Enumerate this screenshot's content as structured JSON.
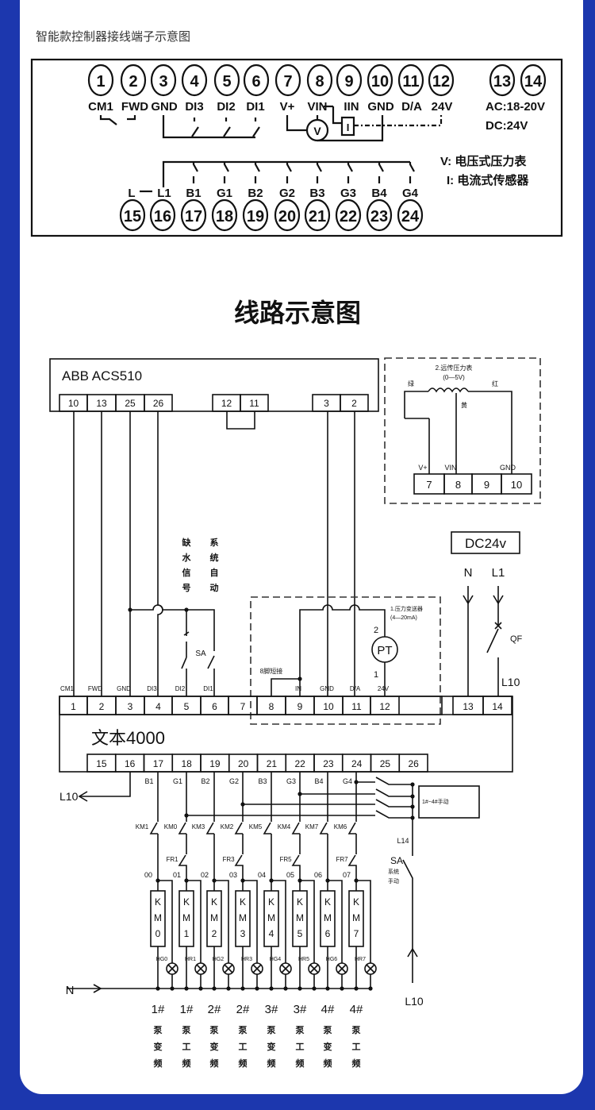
{
  "header_title": "智能款控制器接线端子示意图",
  "top_panel": {
    "top_terminals": [
      "1",
      "2",
      "3",
      "4",
      "5",
      "6",
      "7",
      "8",
      "9",
      "10",
      "11",
      "12"
    ],
    "top_labels": [
      "CM1",
      "FWD",
      "GND",
      "DI3",
      "DI2",
      "DI1",
      "V+",
      "VIN",
      "IIN",
      "GND",
      "D/A",
      "24V"
    ],
    "power_terminals": [
      "13",
      "14"
    ],
    "power_labels": [
      "AC:18-20V",
      "DC:24V"
    ],
    "bottom_terminals": [
      "15",
      "16",
      "17",
      "18",
      "19",
      "20",
      "21",
      "22",
      "23",
      "24"
    ],
    "bottom_labels": [
      "L",
      "L1",
      "B1",
      "G1",
      "B2",
      "G2",
      "B3",
      "G3",
      "B4",
      "G4"
    ],
    "meter_v": "V",
    "meter_i": "I",
    "legend": [
      "V:  电压式压力表",
      "I:  电流式传感器"
    ]
  },
  "section_title": "线路示意图",
  "vfd": {
    "name": "ABB  ACS510",
    "terminals": [
      "10",
      "13",
      "25",
      "26",
      "12",
      "11",
      "3",
      "2"
    ]
  },
  "sensor_box": {
    "title": "2.远传压力表",
    "range": "(0—5V)",
    "taps": [
      "绿",
      "黄",
      "红"
    ],
    "pin_labels": [
      "V+",
      "VIN",
      "GND"
    ],
    "terminals": [
      "7",
      "8",
      "9",
      "10"
    ]
  },
  "power": {
    "label": "DC24v",
    "n": "N",
    "l1": "L1",
    "qf": "QF",
    "l10": "L10"
  },
  "signals": {
    "water_shortage": [
      "缺",
      "水",
      "信",
      "号"
    ],
    "system_auto": [
      "系",
      "统",
      "自",
      "动"
    ],
    "sa": "SA"
  },
  "transmitter": {
    "title": "1.压力变送器",
    "range": "(4—20mA)",
    "pin2": "2",
    "pin1": "1",
    "symbol": "PT",
    "jumper": "8脚短接"
  },
  "controller": {
    "name": "文本4000",
    "top_labels": [
      "CM1",
      "FWD",
      "GND",
      "DI3",
      "DI2",
      "DI1",
      "",
      "",
      "IN",
      "GND",
      "D/A",
      "24V"
    ],
    "top_terminals": [
      "1",
      "2",
      "3",
      "4",
      "5",
      "6",
      "7",
      "8",
      "9",
      "10",
      "11",
      "12"
    ],
    "power_terminals": [
      "13",
      "14"
    ],
    "bottom_terminals": [
      "15",
      "16",
      "17",
      "18",
      "19",
      "20",
      "21",
      "22",
      "23",
      "24",
      "25",
      "26"
    ]
  },
  "outputs": {
    "signal_labels": [
      "B1",
      "G1",
      "B2",
      "G2",
      "B3",
      "G3",
      "B4",
      "G4"
    ],
    "contacts": [
      "KM1",
      "KM0",
      "KM3",
      "KM2",
      "KM5",
      "KM4",
      "KM7",
      "KM6"
    ],
    "relays": [
      "FR1",
      "FR3",
      "FR5",
      "FR7"
    ],
    "numbers": [
      "00",
      "01",
      "02",
      "03",
      "04",
      "05",
      "06",
      "07"
    ],
    "coils": [
      [
        "K",
        "M",
        "0"
      ],
      [
        "K",
        "M",
        "1"
      ],
      [
        "K",
        "M",
        "2"
      ],
      [
        "K",
        "M",
        "3"
      ],
      [
        "K",
        "M",
        "4"
      ],
      [
        "K",
        "M",
        "5"
      ],
      [
        "K",
        "M",
        "6"
      ],
      [
        "K",
        "M",
        "7"
      ]
    ],
    "lamps": [
      "HG0",
      "HR1",
      "HG2",
      "HR3",
      "HG4",
      "HR5",
      "HG6",
      "HR7"
    ],
    "pumps": [
      [
        "1#",
        "泵",
        "变",
        "频"
      ],
      [
        "1#",
        "泵",
        "工",
        "频"
      ],
      [
        "2#",
        "泵",
        "变",
        "频"
      ],
      [
        "2#",
        "泵",
        "工",
        "频"
      ],
      [
        "3#",
        "泵",
        "变",
        "频"
      ],
      [
        "3#",
        "泵",
        "工",
        "频"
      ],
      [
        "4#",
        "泵",
        "变",
        "频"
      ],
      [
        "4#",
        "泵",
        "工",
        "频"
      ]
    ],
    "manual_box": "1#~4#手动",
    "l14": "L14",
    "sa": "SA",
    "sa_text": [
      "系统",
      "手动"
    ],
    "l10_left": "L10",
    "l10_right": "L10",
    "n": "N"
  },
  "colors": {
    "frame": "#1c37ae",
    "line": "#111111"
  }
}
